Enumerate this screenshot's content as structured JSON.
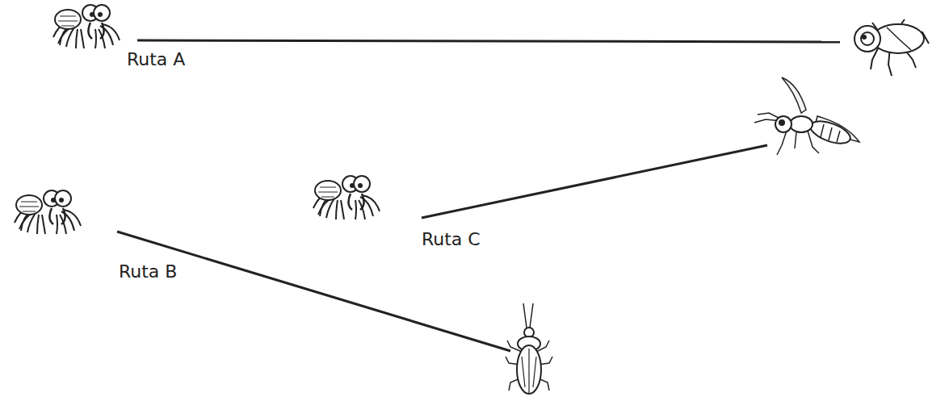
{
  "diagram": {
    "labels": [
      "Ruta A",
      "Ruta C",
      "Ruta B"
    ]
  }
}
